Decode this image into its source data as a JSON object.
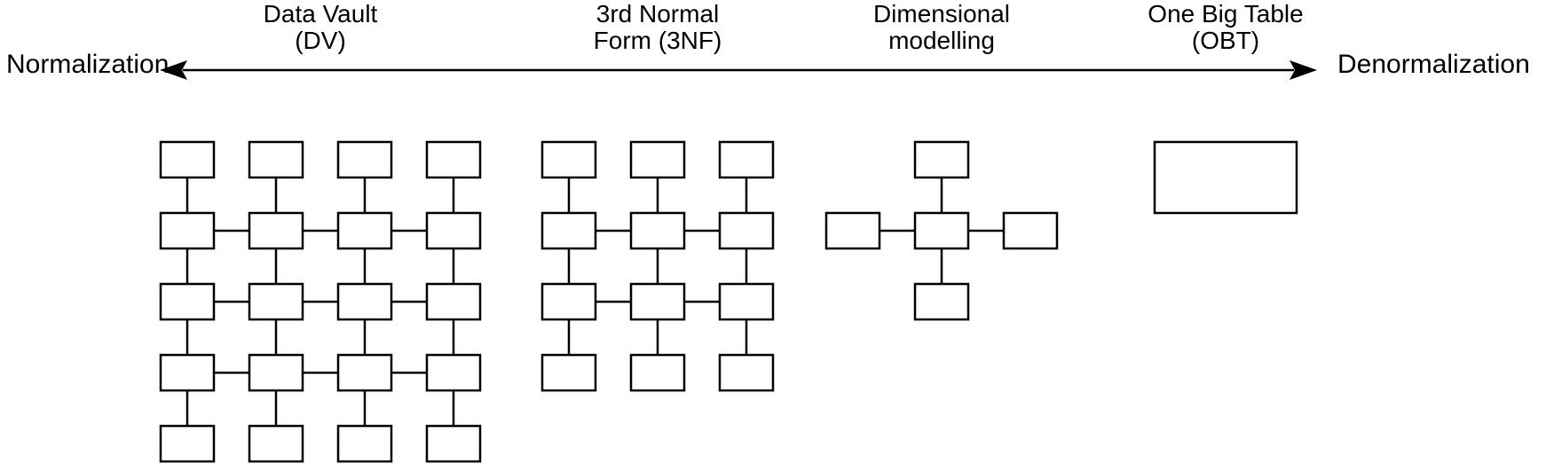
{
  "axis": {
    "left_label": "Normalization",
    "right_label": "Denormalization"
  },
  "approaches": [
    {
      "id": "data-vault",
      "label_lines": [
        "Data Vault",
        "(DV)"
      ],
      "schema": {
        "kind": "grid",
        "columns": 4,
        "rows": 5,
        "horizontal_link_rows": [
          2,
          3,
          4
        ],
        "vertical_links": "all-columns-between-adjacent-rows",
        "table_count": 20
      }
    },
    {
      "id": "third-normal-form",
      "label_lines": [
        "3rd Normal",
        "Form (3NF)"
      ],
      "schema": {
        "kind": "grid",
        "columns": 3,
        "rows": 4,
        "horizontal_link_rows": [
          2,
          3
        ],
        "vertical_links": "all-columns-between-adjacent-rows",
        "table_count": 12
      }
    },
    {
      "id": "dimensional-modelling",
      "label_lines": [
        "Dimensional",
        "modelling"
      ],
      "schema": {
        "kind": "star",
        "satellite_count": 4,
        "table_count": 5
      }
    },
    {
      "id": "one-big-table",
      "label_lines": [
        "One Big Table",
        "(OBT)"
      ],
      "schema": {
        "kind": "single",
        "table_count": 1
      }
    }
  ],
  "colors": {
    "stroke": "#000000",
    "box_fill": "#ffffff",
    "background": "#ffffff"
  }
}
